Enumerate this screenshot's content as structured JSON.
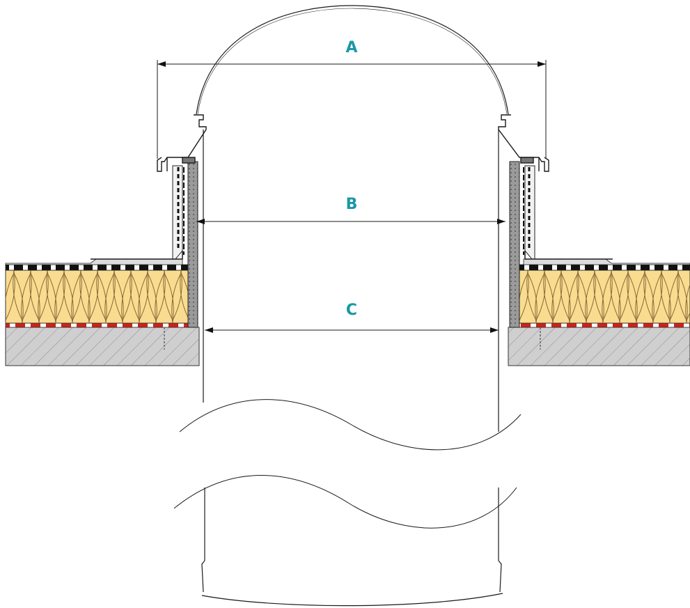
{
  "dimensions": {
    "a_label": "A",
    "b_label": "B",
    "c_label": "C"
  },
  "colors": {
    "label": "#1a97a8",
    "insulation": "#f9dc8f",
    "insulation_line": "#8a6a3a",
    "concrete": "#c9c9c9",
    "vapour_barrier": "#d0201b",
    "membrane": "#111111",
    "upstand": "#7a7a7a"
  }
}
